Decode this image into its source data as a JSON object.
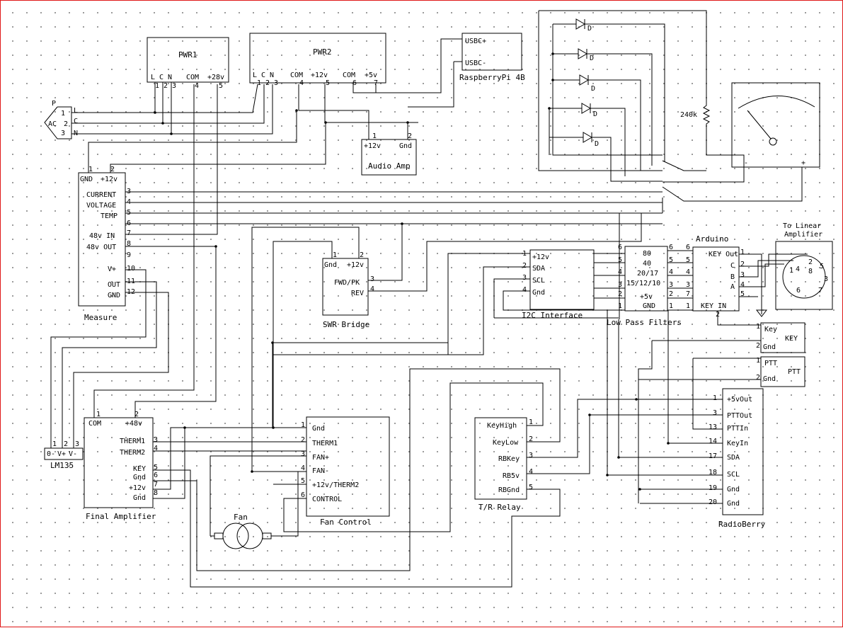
{
  "blocks": {
    "pwr1": {
      "title": "PWR1",
      "pins": [
        "L",
        "C",
        "N",
        "COM",
        "+28v"
      ],
      "nums": [
        "1",
        "2",
        "3",
        "4",
        "5"
      ]
    },
    "pwr2": {
      "title": "PWR2",
      "pins": [
        "L",
        "C",
        "N",
        "COM",
        "+12v",
        "COM",
        "+5v"
      ],
      "nums": [
        "1",
        "2",
        "3",
        "4",
        "5",
        "6",
        "7"
      ]
    },
    "rpi": {
      "title": "RaspberryPi 4B",
      "pins": [
        "USBC+",
        "USBC-"
      ]
    },
    "ac": {
      "labels": [
        "P",
        "AC",
        "1",
        "2",
        "3",
        "L",
        "C",
        "N"
      ]
    },
    "audio_amp": {
      "title": "Audio Amp",
      "pins": [
        "+12v",
        "Gnd"
      ],
      "nums": [
        "1",
        "2"
      ]
    },
    "measure": {
      "title": "Measure",
      "top_pins": [
        "GND",
        "+12v"
      ],
      "top_nums": [
        "1",
        "2"
      ],
      "pins": [
        "CURRENT",
        "VOLTAGE",
        "TEMP",
        "",
        "48v IN",
        "48v OUT",
        "",
        "V+",
        "OUT",
        "GND"
      ],
      "nums": [
        "3",
        "4",
        "5",
        "6",
        "7",
        "8",
        "9",
        "10",
        "11",
        "12"
      ]
    },
    "swr": {
      "title": "SWR Bridge",
      "pins": [
        "Gnd",
        "+12v",
        "FWD/PK",
        "REV"
      ],
      "nums": [
        "1",
        "2",
        "3",
        "4"
      ]
    },
    "i2c": {
      "title": "I2C Interface",
      "pins": [
        "+12v",
        "SDA",
        "SCL",
        "Gnd"
      ],
      "nums": [
        "1",
        "2",
        "3",
        "4",
        "6",
        "5",
        "4",
        "3",
        "2",
        "1"
      ]
    },
    "lpf": {
      "title": "Low Pass Filters",
      "pins": [
        "80",
        "40",
        "20/17",
        "15/12/10",
        "+5v",
        "GND"
      ],
      "left_nums": [
        "6",
        "5",
        "4",
        "3",
        "2",
        "1"
      ],
      "right_nums": [
        "6",
        "5",
        "4",
        "3",
        "2",
        "1"
      ]
    },
    "arduino": {
      "title": "Arduino",
      "pins": [
        "KEY Out",
        "C",
        "B",
        "A",
        "KEY IN"
      ],
      "left_nums": [
        "6",
        "5",
        "4",
        "3",
        "7",
        "1"
      ],
      "right_nums": [
        "1",
        "2",
        "3",
        "4",
        "5"
      ],
      "bottom_num": "2"
    },
    "din": {
      "title_line1": "To Linear",
      "title_line2": "Amplifier",
      "pins": [
        "1",
        "2",
        "3",
        "4",
        "5",
        "6",
        "7",
        "8"
      ]
    },
    "key": {
      "title": "KEY",
      "pins": [
        "Key",
        "Gnd"
      ],
      "nums": [
        "1",
        "2"
      ]
    },
    "ptt": {
      "title": "PTT",
      "pins": [
        "PTT",
        "Gnd"
      ],
      "nums": [
        "1",
        "2"
      ]
    },
    "radioberry": {
      "title": "RadioBerry",
      "pins": [
        "+5vOut",
        "PTTOut",
        "PTTIn",
        "KeyIn",
        "SDA",
        "SCL",
        "Gnd",
        "Gnd"
      ],
      "nums": [
        "1",
        "3",
        "13",
        "14",
        "17",
        "18",
        "19",
        "20"
      ]
    },
    "final_amp": {
      "title": "Final Amplifier",
      "top_pins": [
        "COM",
        "+48v"
      ],
      "top_nums": [
        "1",
        "2"
      ],
      "pins": [
        "THERM1",
        "THERM2",
        "KEY",
        "Gnd",
        "+12v",
        "Gnd"
      ],
      "nums": [
        "3",
        "4",
        "5",
        "6",
        "7",
        "8"
      ]
    },
    "lm135": {
      "title": "LM135",
      "pins": [
        "0-",
        "V+",
        "V-"
      ],
      "nums": [
        "1",
        "2",
        "3"
      ]
    },
    "fan_control": {
      "title": "Fan Control",
      "pins": [
        "Gnd",
        "THERM1",
        "FAN+",
        "FAN-",
        "+12v/THERM2",
        "CONTROL"
      ],
      "nums": [
        "1",
        "2",
        "3",
        "4",
        "5",
        "6"
      ]
    },
    "fan": {
      "title": "Fan"
    },
    "tr_relay": {
      "title": "T/R Relay",
      "pins": [
        "KeyHigh",
        "KeyLow",
        "RBKey",
        "RB5v",
        "RBGnd"
      ],
      "nums": [
        "1",
        "2",
        "3",
        "4",
        "5"
      ]
    },
    "meter": {
      "minus": "-",
      "plus": "+"
    },
    "resistor": {
      "label": "240k"
    },
    "leds": {
      "labels": [
        "D",
        "D",
        "D",
        "D",
        "D"
      ]
    }
  }
}
